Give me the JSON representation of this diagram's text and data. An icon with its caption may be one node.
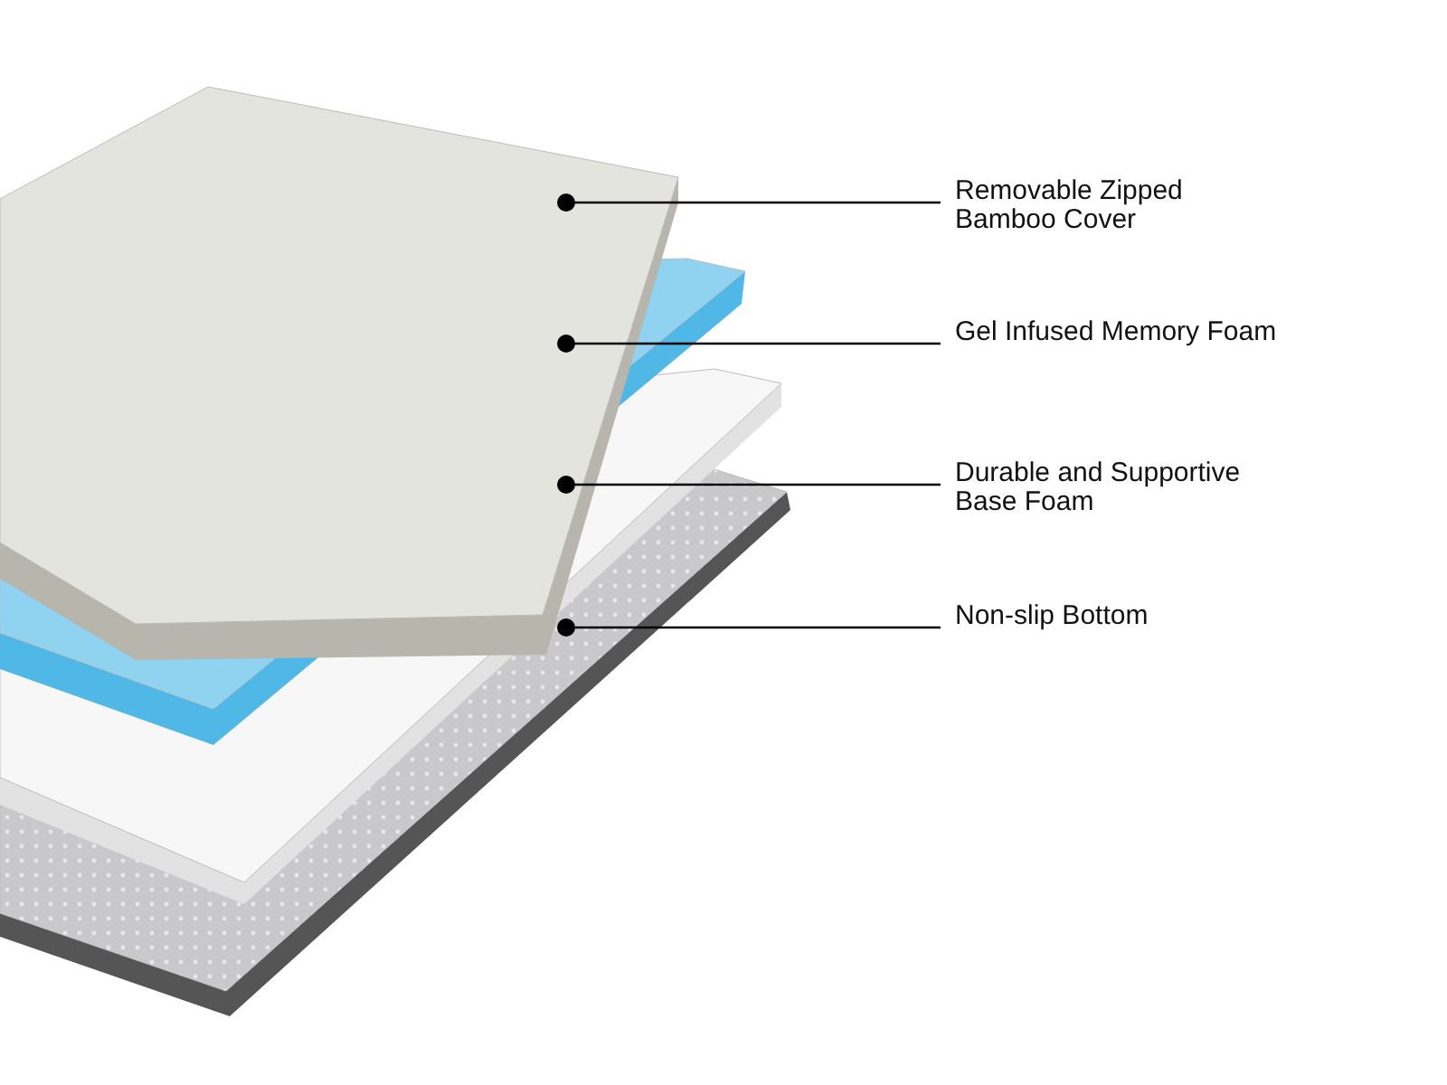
{
  "diagram": {
    "nodes": [
      {
        "text": [],
        "shape": "picture"
      },
      {
        "text": [],
        "shape": "picture"
      },
      {
        "text": [],
        "shape": "picture"
      },
      {
        "text": [],
        "shape": "picture"
      },
      {
        "text": [
          "Removable Zipped Bamboo Cover"
        ]
      },
      {
        "text": [
          "Gel Infused Memory Foam"
        ]
      },
      {
        "text": [
          "Durable and Supportive Base Foam"
        ]
      },
      {
        "text": [
          "Non-slip Bottom"
        ]
      }
    ],
    "edges": [
      {
        "from": 4,
        "to": 0,
        "arrow": "other"
      },
      {
        "from": 5,
        "to": 1,
        "arrow": "other"
      },
      {
        "from": 6,
        "to": 2,
        "arrow": "other"
      },
      {
        "from": 7,
        "to": 3,
        "arrow": "other"
      }
    ]
  }
}
